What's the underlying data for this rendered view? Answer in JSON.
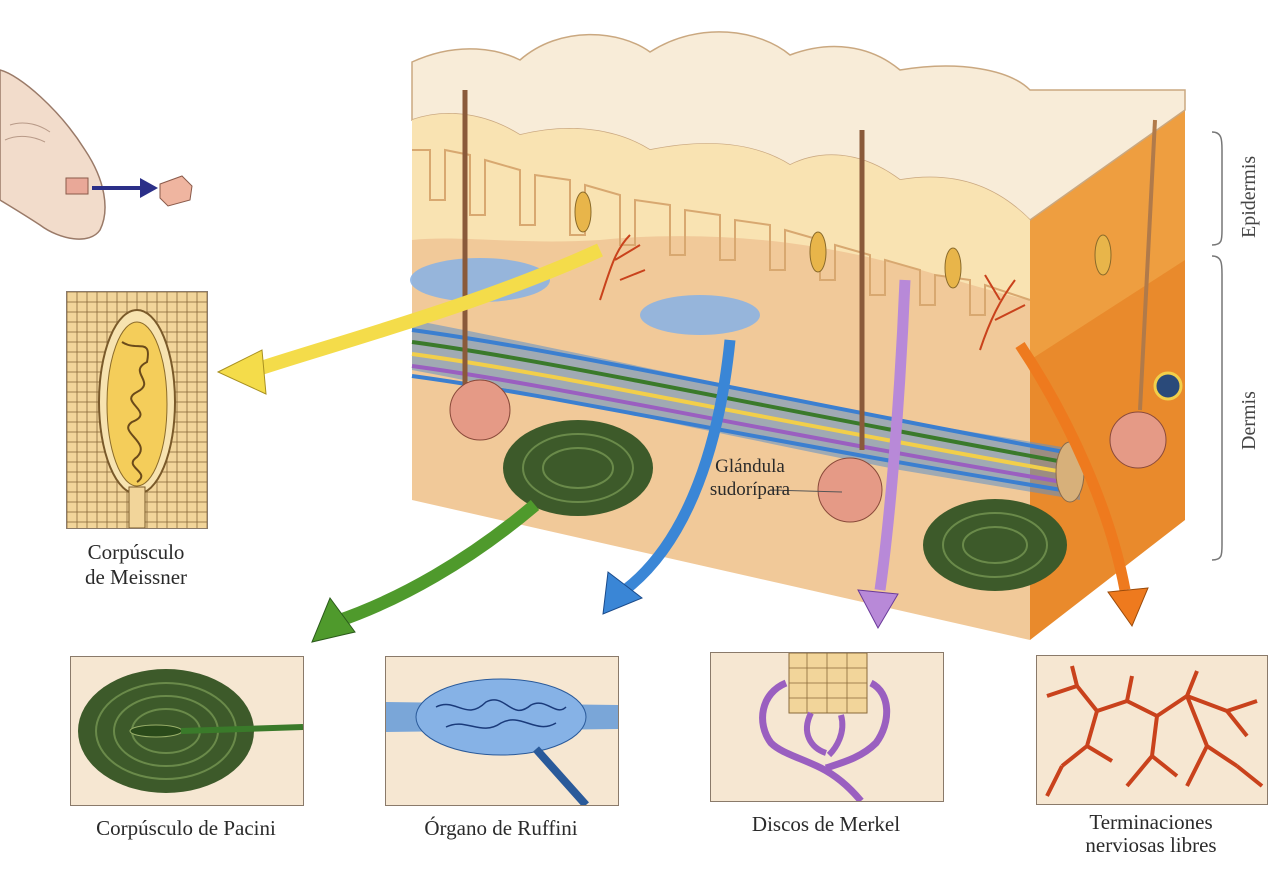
{
  "labels": {
    "meissner": [
      "Corpúsculo",
      "de Meissner"
    ],
    "pacini": "Corpúsculo de Pacini",
    "ruffini": "Órgano de Ruffini",
    "merkel": "Discos de Merkel",
    "free_endings": [
      "Terminaciones",
      "nerviosas libres"
    ],
    "sweat_gland": [
      "Glándula",
      "sudorípara"
    ],
    "epidermis": "Epidermis",
    "dermis": "Dermis"
  },
  "colors": {
    "skin": "#f1c999",
    "skin_light": "#f7dfbd",
    "skin_side": "#e98a2c",
    "epidermis_top": "#f8ecd8",
    "nerve_blue": "#3b7fd0",
    "nerve_green": "#3a7a2a",
    "nerve_purple": "#9a5fc0",
    "nerve_orange": "#e86f1a",
    "nerve_yellow": "#f2cf4a",
    "nerve_red": "#c9421c",
    "gland_pink": "#e59a86",
    "pacini_dark": "#3d5a2a",
    "arrow_yellow": "#f4dc4a",
    "arrow_green": "#4f9a2c",
    "arrow_blue": "#3a86d6",
    "arrow_purple": "#b889d8",
    "arrow_orange": "#ee7a1e"
  }
}
